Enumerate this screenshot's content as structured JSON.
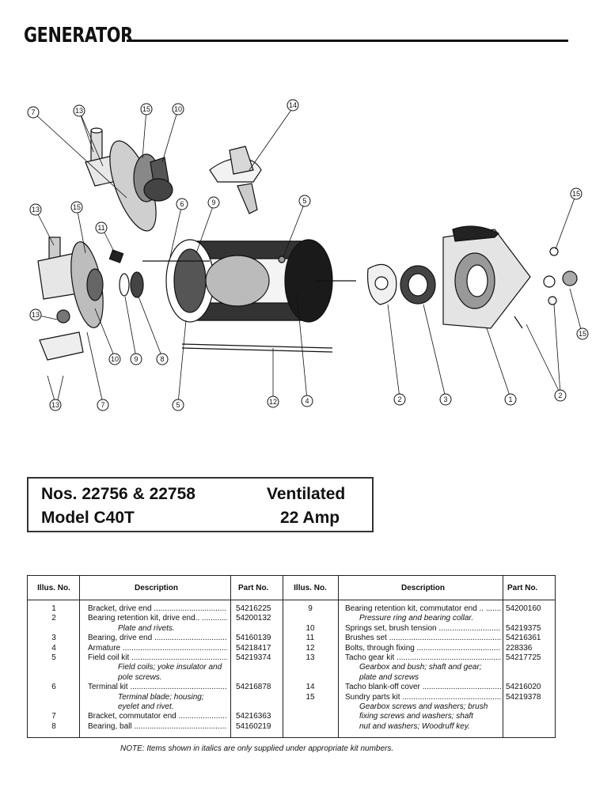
{
  "page": {
    "title": "GENERATOR"
  },
  "callouts": [
    "7",
    "13",
    "15",
    "10",
    "14",
    "6",
    "9",
    "5",
    "15",
    "13",
    "15",
    "11",
    "13",
    "10",
    "9",
    "8",
    "7",
    "13",
    "12",
    "5",
    "4",
    "2",
    "3",
    "1",
    "2",
    "15"
  ],
  "spec": {
    "numbers": "Nos. 22756 & 22758",
    "type": "Ventilated",
    "model": "Model C40T",
    "rating": "22 Amp"
  },
  "table": {
    "headers": {
      "illus": "Illus. No.",
      "description": "Description",
      "part": "Part No."
    },
    "left_rows": [
      {
        "no": "1",
        "desc": "Bracket, drive end",
        "part": "54216225"
      },
      {
        "no": "2",
        "desc": "Bearing retention kit, drive end..",
        "part": "54200132"
      },
      {
        "no": "",
        "desc": "Plate and rivets.",
        "part": ""
      },
      {
        "no": "3",
        "desc": "Bearing, drive end",
        "part": "54160139"
      },
      {
        "no": "4",
        "desc": "Armature",
        "part": "54218417"
      },
      {
        "no": "5",
        "desc": "Field coil kit",
        "part": "54219374"
      },
      {
        "no": "",
        "desc": "Field coils; yoke insulator and",
        "part": ""
      },
      {
        "no": "",
        "desc": "pole screws.",
        "part": ""
      },
      {
        "no": "6",
        "desc": "Terminal kit",
        "part": "54216878"
      },
      {
        "no": "",
        "desc": "Terminal blade; housing;",
        "part": ""
      },
      {
        "no": "",
        "desc": "eyelet and rivet.",
        "part": ""
      },
      {
        "no": "7",
        "desc": "Bracket, commutator end",
        "part": "54216363"
      },
      {
        "no": "8",
        "desc": "Bearing, ball",
        "part": "54160219"
      }
    ],
    "right_rows": [
      {
        "no": "9",
        "desc": "Bearing retention kit, commutator end ..",
        "part": "54200160"
      },
      {
        "no": "",
        "desc": "Pressure ring and bearing collar.",
        "part": ""
      },
      {
        "no": "10",
        "desc": "Springs set, brush tension",
        "part": "54219375"
      },
      {
        "no": "11",
        "desc": "Brushes set",
        "part": "54216361"
      },
      {
        "no": "12",
        "desc": "Bolts, through fixing",
        "part": "228336"
      },
      {
        "no": "13",
        "desc": "Tacho gear kit",
        "part": "54217725"
      },
      {
        "no": "",
        "desc": "Gearbox and bush; shaft and gear;",
        "part": ""
      },
      {
        "no": "",
        "desc": "plate and screws",
        "part": ""
      },
      {
        "no": "14",
        "desc": "Tacho blank-off cover",
        "part": "54216020"
      },
      {
        "no": "15",
        "desc": "Sundry parts kit",
        "part": "54219378"
      },
      {
        "no": "",
        "desc": "Gearbox screws and washers; brush",
        "part": ""
      },
      {
        "no": "",
        "desc": "fixing screws and washers; shaft",
        "part": ""
      },
      {
        "no": "",
        "desc": "nut and washers; Woodruff key.",
        "part": ""
      }
    ]
  },
  "note": "NOTE: Items shown in italics are only supplied under appropriate kit numbers."
}
